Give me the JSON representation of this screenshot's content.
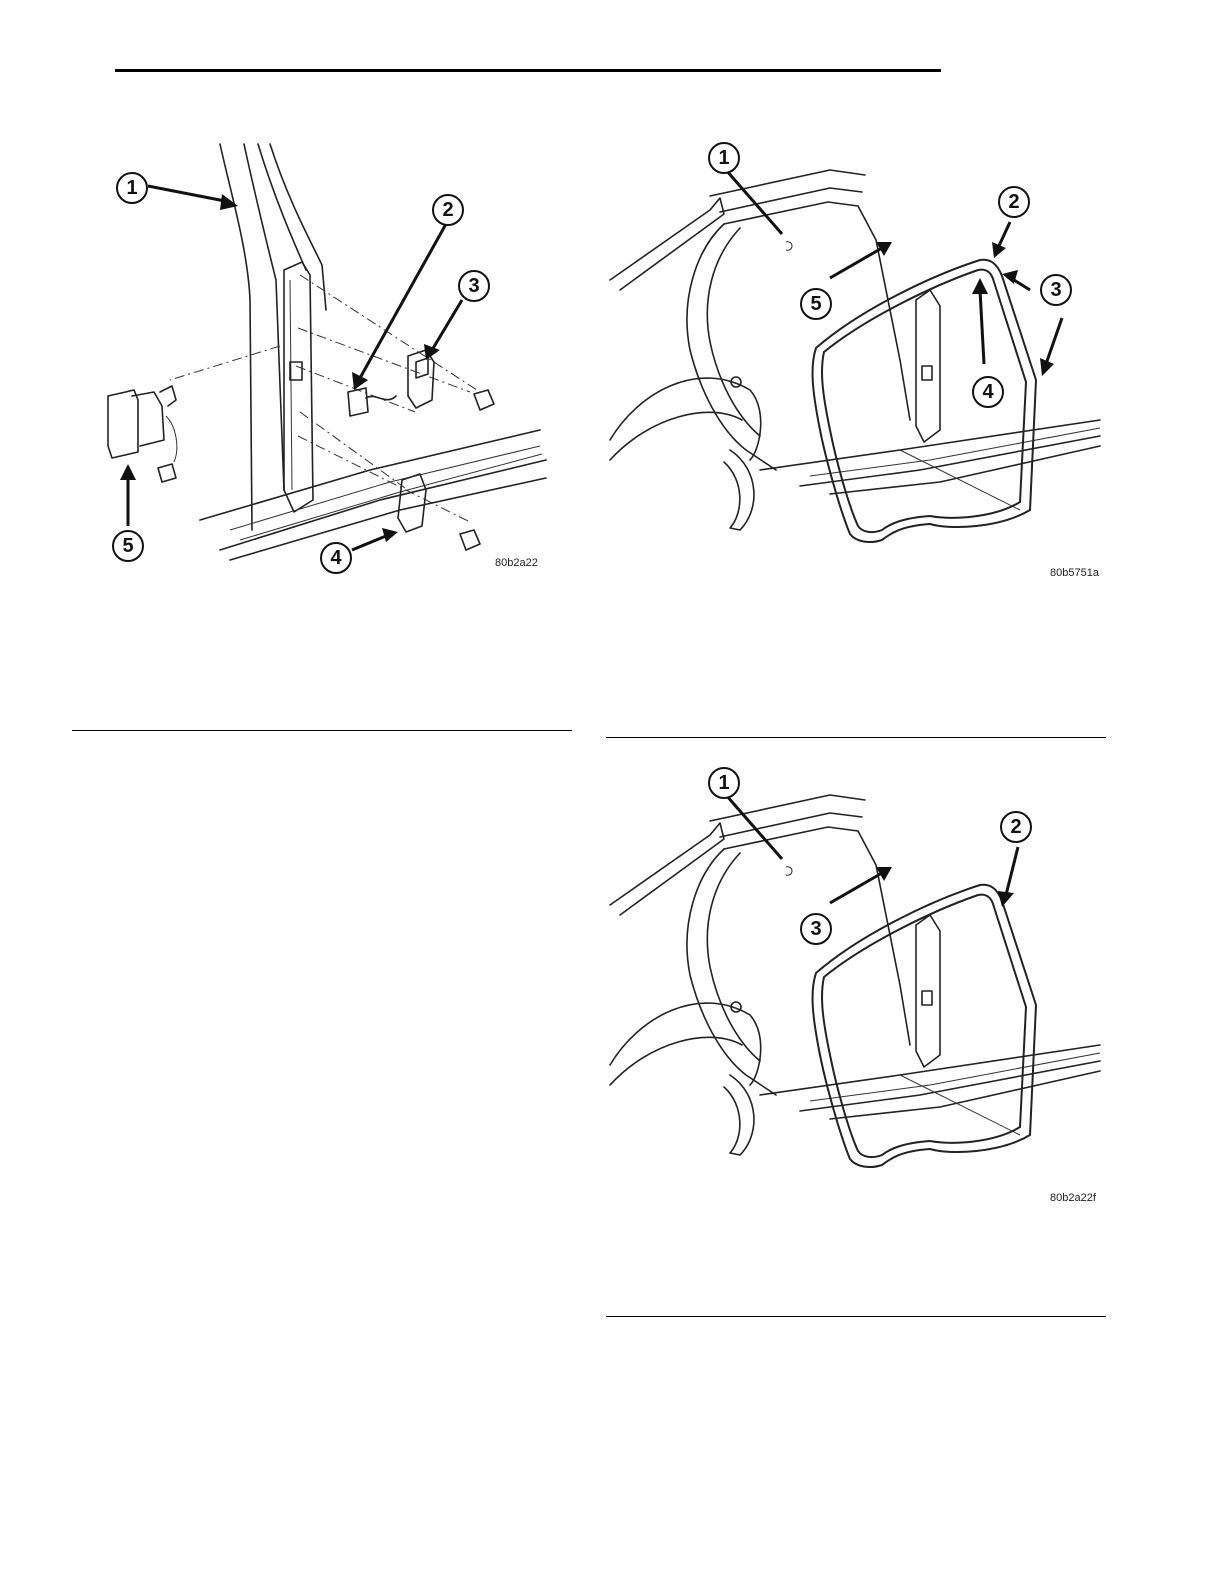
{
  "figures": [
    {
      "id": "hinge",
      "code": "80b2a22",
      "callouts": [
        "1",
        "2",
        "3",
        "4",
        "5"
      ]
    },
    {
      "id": "weatherstrip-a",
      "code": "80b5751a",
      "callouts": [
        "1",
        "2",
        "3",
        "4",
        "5"
      ]
    },
    {
      "id": "weatherstrip-b",
      "code": "80b2a22f",
      "callouts": [
        "1",
        "2",
        "3"
      ]
    }
  ]
}
